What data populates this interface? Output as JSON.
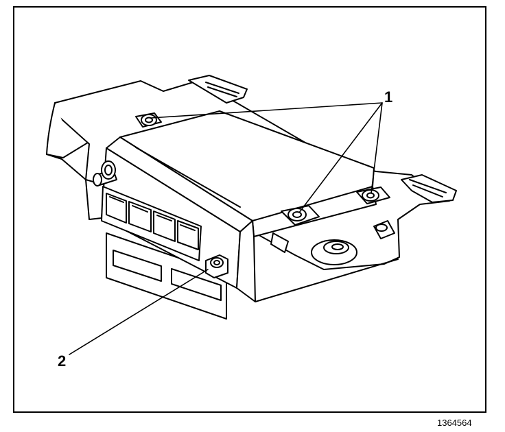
{
  "figure": {
    "callouts": [
      {
        "id": "1",
        "label": "1"
      },
      {
        "id": "2",
        "label": "2"
      }
    ],
    "figure_number": "1364564"
  },
  "colors": {
    "line": "#000000",
    "fill": "#ffffff"
  }
}
